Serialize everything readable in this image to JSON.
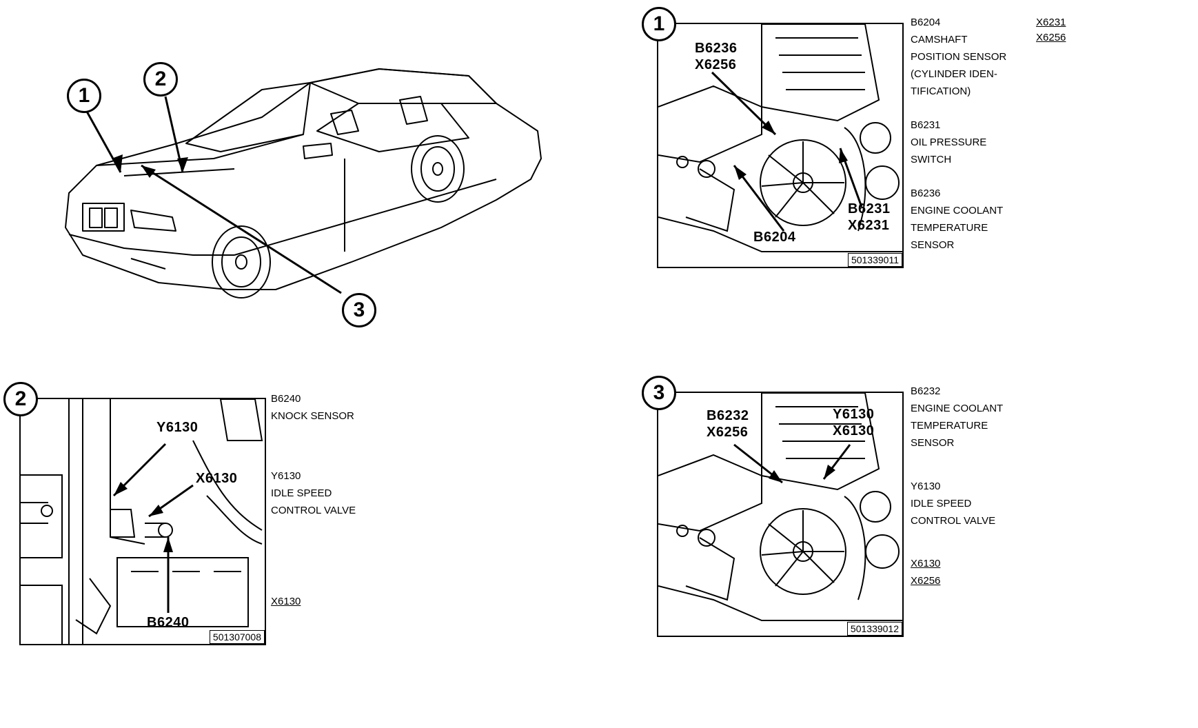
{
  "callouts": {
    "one": "1",
    "two": "2",
    "three": "3"
  },
  "panel1": {
    "labels": {
      "b6236": "B6236",
      "x6256": "X6256",
      "b6231": "B6231",
      "x6231": "X6231",
      "b6204": "B6204"
    },
    "fig_id": "501339011",
    "legend": [
      {
        "code": "B6204",
        "lines": [
          "CAMSHAFT",
          "POSITION SENSOR",
          "(CYLINDER IDEN-",
          "TIFICATION)"
        ]
      },
      {
        "code": "B6231",
        "lines": [
          "OIL PRESSURE",
          "SWITCH"
        ]
      },
      {
        "code": "B6236",
        "lines": [
          "ENGINE COOLANT",
          "TEMPERATURE",
          "SENSOR"
        ]
      }
    ],
    "connectors": [
      "X6231",
      "X6256"
    ]
  },
  "panel2": {
    "labels": {
      "y6130": "Y6130",
      "x6130": "X6130",
      "b6240": "B6240"
    },
    "fig_id": "501307008",
    "legend": [
      {
        "code": "B6240",
        "lines": [
          "KNOCK SENSOR"
        ]
      },
      {
        "code": "Y6130",
        "lines": [
          "IDLE SPEED",
          "CONTROL VALVE"
        ]
      }
    ],
    "connectors": [
      "X6130"
    ]
  },
  "panel3": {
    "labels": {
      "b6232": "B6232",
      "x6256": "X6256",
      "y6130": "Y6130",
      "x6130": "X6130"
    },
    "fig_id": "501339012",
    "legend": [
      {
        "code": "B6232",
        "lines": [
          "ENGINE COOLANT",
          "TEMPERATURE",
          "SENSOR"
        ]
      },
      {
        "code": "Y6130",
        "lines": [
          "IDLE SPEED",
          "CONTROL VALVE"
        ]
      }
    ],
    "connectors": [
      "X6130",
      "X6256"
    ]
  }
}
